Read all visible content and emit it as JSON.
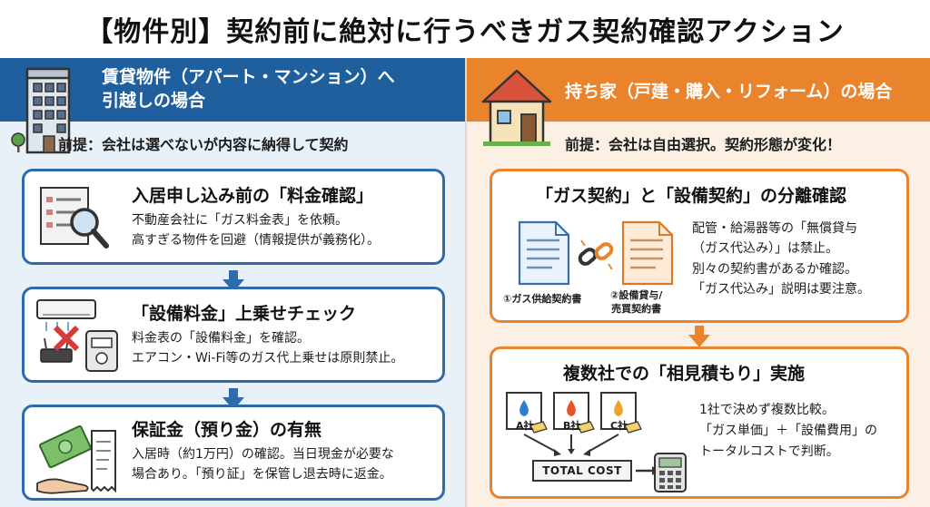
{
  "title": "【物件別】契約前に絶対に行うべきガス契約確認アクション",
  "left": {
    "header_line1": "賃貸物件（アパート・マンション）へ",
    "header_line2": "引越しの場合",
    "premise": "前提：会社は選べないが内容に納得して契約",
    "cards": [
      {
        "title": "入居申し込み前の「料金確認」",
        "lines": [
          "不動産会社に「ガス料金表」を依頼。",
          "高すぎる物件を回避（情報提供が義務化）。"
        ]
      },
      {
        "title": "「設備料金」上乗せチェック",
        "lines": [
          "料金表の「設備料金」を確認。",
          "エアコン・Wi-Fi等のガス代上乗せは原則禁止。"
        ]
      },
      {
        "title": "保証金（預り金）の有無",
        "lines": [
          "入居時（約1万円）の確認。当日現金が必要な",
          "場合あり。「預り証」を保管し退去時に返金。"
        ]
      }
    ]
  },
  "right": {
    "header": "持ち家（戸建・購入・リフォーム）の場合",
    "premise": "前提：会社は自由選択。契約形態が変化！",
    "cards": [
      {
        "title": "「ガス契約」と「設備契約」の分離確認",
        "lines": [
          "配管・給湯器等の「無償貸与",
          "（ガス代込み）」は禁止。",
          "別々の契約書があるか確認。",
          "「ガス代込み」説明は要注意。"
        ],
        "doc1_label": "①ガス供給契約書",
        "doc2_label_line1": "②設備貸与/",
        "doc2_label_line2": "売買契約書"
      },
      {
        "title": "複数社での「相見積もり」実施",
        "lines": [
          "1社で決めず複数比較。",
          "「ガス単価」＋「設備費用」の",
          "トータルコストで判断。"
        ],
        "companies": [
          "A社",
          "B社",
          "C社"
        ],
        "total_label": "TOTAL COST"
      }
    ]
  },
  "colors": {
    "blue_header": "#1f5f9e",
    "blue_border": "#2e6bad",
    "orange": "#e9842d",
    "left_bg": "#e9f1f8",
    "right_bg": "#fcefe3"
  }
}
